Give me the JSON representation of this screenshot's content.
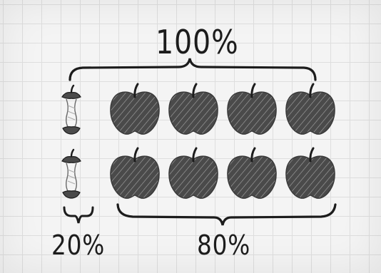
{
  "labels": {
    "total": "100%",
    "eaten": "20%",
    "remaining": "80%"
  },
  "rows": [
    {
      "items": [
        "core",
        "apple",
        "apple",
        "apple",
        "apple"
      ]
    },
    {
      "items": [
        "core",
        "apple",
        "apple",
        "apple",
        "apple"
      ]
    }
  ],
  "colors": {
    "apple_fill": "#4a4a4a",
    "ink": "#1c1c1c",
    "grid": "#dedede",
    "background": "#f4f4f4"
  }
}
